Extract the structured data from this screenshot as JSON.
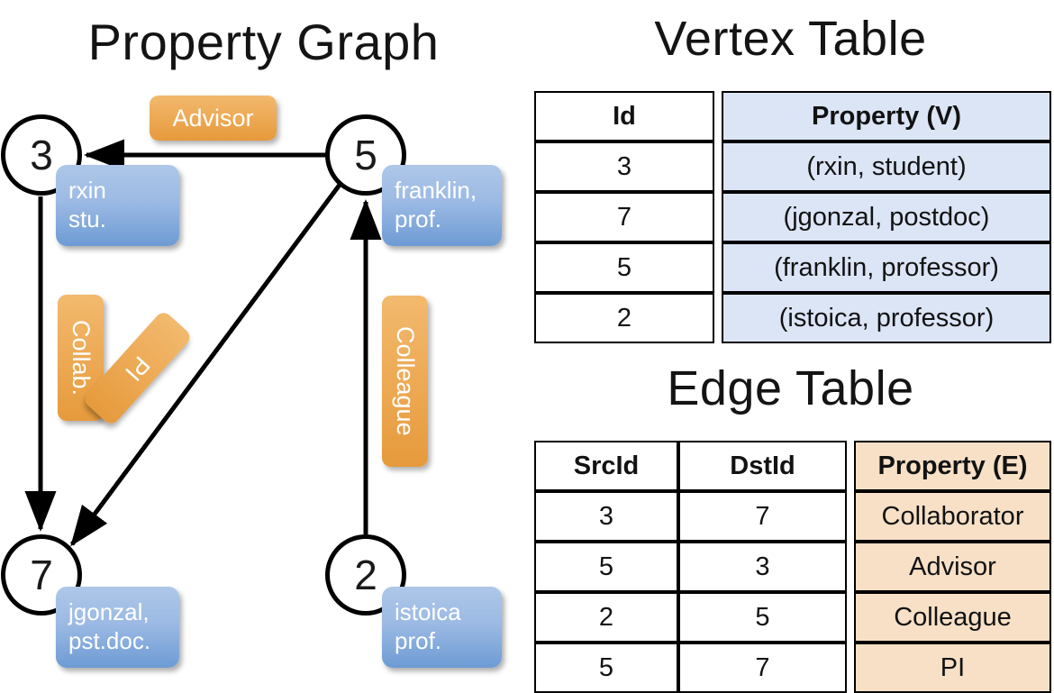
{
  "titles": {
    "property_graph": "Property Graph",
    "vertex_table": "Vertex Table",
    "edge_table": "Edge Table"
  },
  "graph": {
    "nodes": [
      {
        "id": "3",
        "property_text_line1": "rxin",
        "property_text_line2": "stu."
      },
      {
        "id": "5",
        "property_text_line1": "franklin,",
        "property_text_line2": "prof."
      },
      {
        "id": "7",
        "property_text_line1": "jgonzal,",
        "property_text_line2": "pst.doc."
      },
      {
        "id": "2",
        "property_text_line1": "istoica",
        "property_text_line2": "prof."
      }
    ],
    "edge_labels": [
      {
        "text": "Advisor",
        "orientation": "horizontal"
      },
      {
        "text": "Collab.",
        "orientation": "vertical"
      },
      {
        "text": "PI",
        "orientation": "rotated"
      },
      {
        "text": "Colleague",
        "orientation": "vertical"
      }
    ]
  },
  "vertex_table": {
    "columns": [
      "Id",
      "Property (V)"
    ],
    "rows": [
      {
        "id": "3",
        "property": "(rxin, student)"
      },
      {
        "id": "7",
        "property": "(jgonzal, postdoc)"
      },
      {
        "id": "5",
        "property": "(franklin, professor)"
      },
      {
        "id": "2",
        "property": "(istoica, professor)"
      }
    ]
  },
  "edge_table": {
    "columns": [
      "SrcId",
      "DstId",
      "Property (E)"
    ],
    "rows": [
      {
        "src": "3",
        "dst": "7",
        "property": "Collaborator"
      },
      {
        "src": "5",
        "dst": "3",
        "property": "Advisor"
      },
      {
        "src": "2",
        "dst": "5",
        "property": "Colleague"
      },
      {
        "src": "5",
        "dst": "7",
        "property": "PI"
      }
    ]
  },
  "colors": {
    "vertex_property_fill": "#dbe5f6",
    "edge_property_fill": "#f7e0c6",
    "node_box_blue": "#6d9bd4",
    "edge_label_orange": "#e69a3c"
  }
}
